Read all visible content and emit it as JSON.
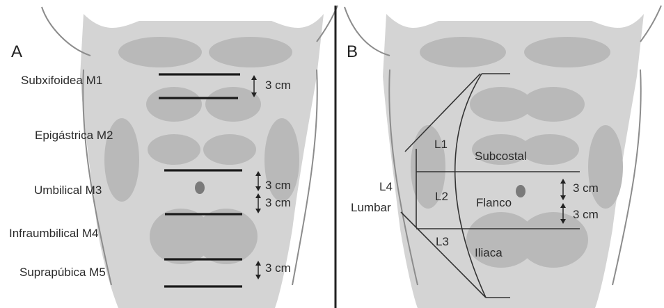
{
  "panel_a": {
    "letter": "A",
    "labels": {
      "m1": "Subxifoidea M1",
      "m2": "Epigástrica M2",
      "m3": "Umbilical M3",
      "m4": "Infraumbilical M4",
      "m5": "Suprapúbica M5"
    },
    "measures": {
      "first": "3 cm",
      "second": "3 cm",
      "third": "3 cm",
      "fourth": "3 cm"
    }
  },
  "panel_b": {
    "letter": "B",
    "labels": {
      "l1": "L1",
      "l2": "L2",
      "l3": "L3",
      "l4": "L4",
      "lumbar": "Lumbar",
      "subcostal": "Subcostal",
      "flanco": "Flanco",
      "iliaca": "Iliaca"
    },
    "measures": {
      "first": "3 cm",
      "second": "3 cm"
    }
  }
}
